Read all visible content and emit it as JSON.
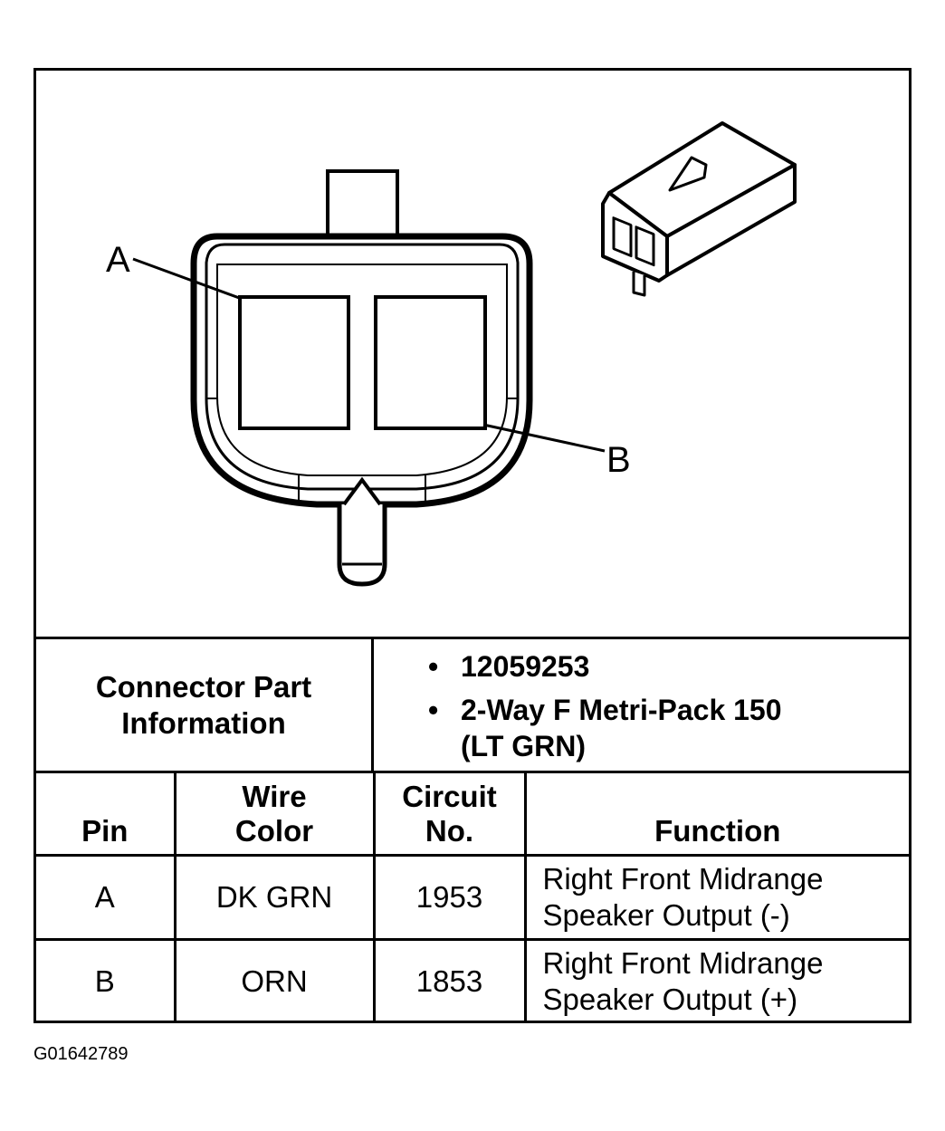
{
  "diagram": {
    "callout_a": "A",
    "callout_b": "B"
  },
  "connector_info": {
    "label": "Connector Part\nInformation",
    "items": [
      "12059253",
      "2-Way F Metri-Pack 150\n(LT GRN)"
    ],
    "bullet": "•"
  },
  "table": {
    "headers": [
      "Pin",
      "Wire\nColor",
      "Circuit\nNo.",
      "Function"
    ],
    "rows": [
      {
        "pin": "A",
        "wire_color": "DK GRN",
        "circuit": "1953",
        "function": "Right Front Midrange\nSpeaker Output (-)"
      },
      {
        "pin": "B",
        "wire_color": "ORN",
        "circuit": "1853",
        "function": "Right Front Midrange\nSpeaker Output (+)"
      }
    ]
  },
  "figure_id": "G01642789"
}
